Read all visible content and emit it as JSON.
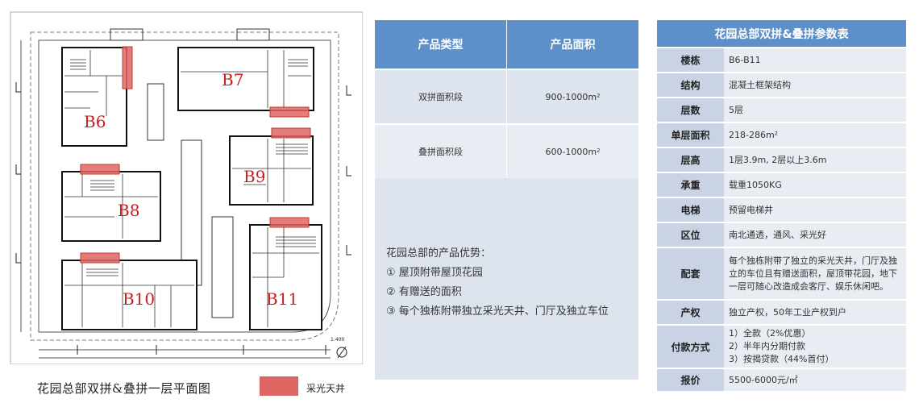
{
  "plan": {
    "labels": [
      "B6",
      "B7",
      "B8",
      "B9",
      "B10",
      "B11"
    ],
    "scale_text": "1:400",
    "caption": "花园总部双拼&叠拼一层平面图",
    "legend_label": "采光天井",
    "colors": {
      "skylight": "#e06666",
      "line": "#222222"
    }
  },
  "product_table": {
    "headers": [
      "产品类型",
      "产品面积"
    ],
    "rows": [
      {
        "type": "双拼面积段",
        "area": "900-1000m²"
      },
      {
        "type": "叠拼面积段",
        "area": "600-1000m²"
      }
    ],
    "advantages_title": "花园总部的产品优势：",
    "advantages": [
      "① 屋顶附带屋顶花园",
      "② 有赠送的面积",
      "③ 每个独栋附带独立采光天井、门厅及独立车位"
    ],
    "colors": {
      "header": "#5d8fc9",
      "body": "#dde4ee"
    }
  },
  "param_table": {
    "title": "花园总部双拼&叠拼参数表",
    "rows": [
      {
        "key": "楼栋",
        "value": "B6-B11"
      },
      {
        "key": "结构",
        "value": "混凝土框架结构"
      },
      {
        "key": "层数",
        "value": "5层"
      },
      {
        "key": "单层面积",
        "value": "218-286m²"
      },
      {
        "key": "层高",
        "value": "1层3.9m, 2层以上3.6m"
      },
      {
        "key": "承重",
        "value": "载重1050KG"
      },
      {
        "key": "电梯",
        "value": "预留电梯井"
      },
      {
        "key": "区位",
        "value": "南北通透，通风、采光好"
      },
      {
        "key": "配套",
        "value": "每个独栋附带了独立的采光天井，门厅及独立的车位且有赠送面积，屋顶带花园，地下一层可随心改造成会客厅、娱乐休闲吧。"
      },
      {
        "key": "产权",
        "value": "独立产权，50年工业产权到户"
      },
      {
        "key": "付款方式",
        "value": "1）全款（2%优惠）\n2）半年内分期付款\n3）按揭贷款（44%首付）"
      },
      {
        "key": "报价",
        "value": "5500-6000元/㎡"
      }
    ],
    "colors": {
      "title": "#5d8fc9",
      "key_bg": "#c9d3e3",
      "value_bg": "#e8edf4"
    }
  }
}
